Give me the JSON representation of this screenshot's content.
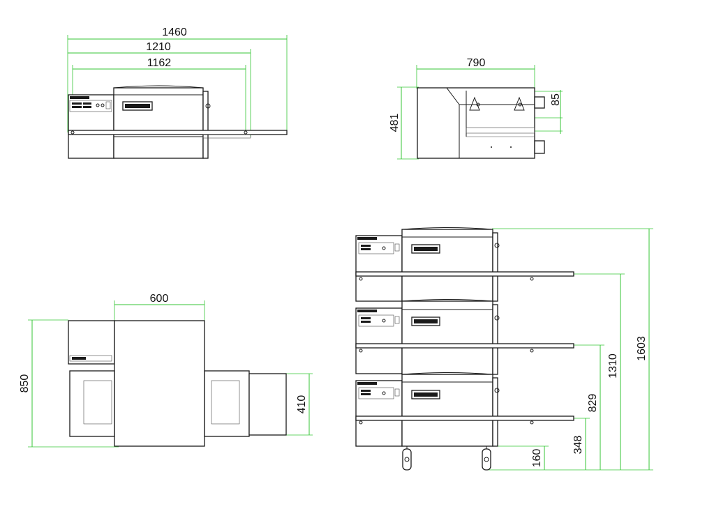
{
  "dimensions": {
    "front_overall_length": "1460",
    "front_length_mid": "1210",
    "front_length_inner": "1162",
    "side_depth": "790",
    "side_height": "481",
    "side_small": "85",
    "top_width": "600",
    "top_depth": "850",
    "top_belt_width": "410",
    "stack_height_total": "1603",
    "stack_height_top_belt": "1310",
    "stack_height_mid_belt": "829",
    "stack_height_low_belt": "348",
    "stack_height_feet": "160"
  },
  "colors": {
    "dimension_line": "#35c635",
    "outline": "#1a1a1a"
  }
}
